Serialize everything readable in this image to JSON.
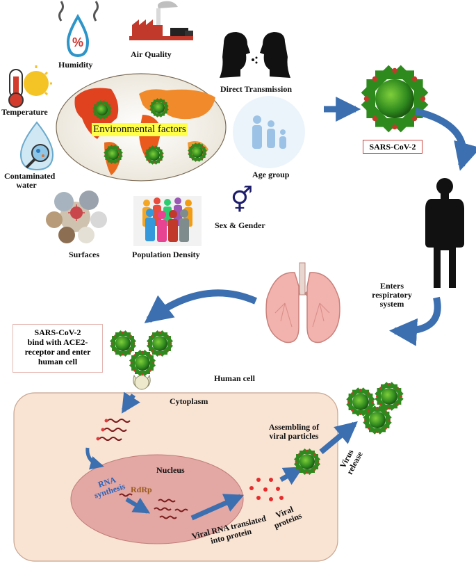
{
  "env": {
    "center_label": "Environmental factors",
    "humidity": "Humidity",
    "air_quality": "Air Quality",
    "temperature": "Temperature",
    "contaminated_water_line1": "Contaminated",
    "contaminated_water_line2": "water",
    "surfaces": "Surfaces",
    "population_density": "Population Density",
    "direct_transmission": "Direct Transmission",
    "age_group": "Age group",
    "sex_gender": "Sex & Gender",
    "sex_symbol": "⚥"
  },
  "pathway": {
    "virus_name": "SARS-CoV-2",
    "respiratory_line1": "Enters",
    "respiratory_line2": "respiratory",
    "respiratory_line3": "system",
    "ace2_line1": "SARS-CoV-2",
    "ace2_line2": "bind with ACE2-",
    "ace2_line3": "receptor and enter",
    "ace2_line4": "human cell",
    "human_cell": "Human cell"
  },
  "cell": {
    "cytoplasm": "Cytoplasm",
    "nucleus": "Nucleus",
    "rna_line1": "RNA",
    "rna_line2": "synthesis",
    "rdrp": "RdRp",
    "translated_line1": "Viral RNA translated",
    "translated_line2": "into protein",
    "viral_proteins_line1": "Viral",
    "viral_proteins_line2": "proteins",
    "assembling_line1": "Assembling of",
    "assembling_line2": "viral particles",
    "release_line1": "Virus",
    "release_line2": "release"
  },
  "colors": {
    "virus_green": "#2f8a1e",
    "virus_spike": "#c43a2a",
    "arrow_blue": "#3b6fb0",
    "cell_fill": "#f9e3d3",
    "nucleus_fill": "#e3a7a4",
    "lung_pink": "#f2b2ae",
    "box_border": "#c9413a"
  }
}
